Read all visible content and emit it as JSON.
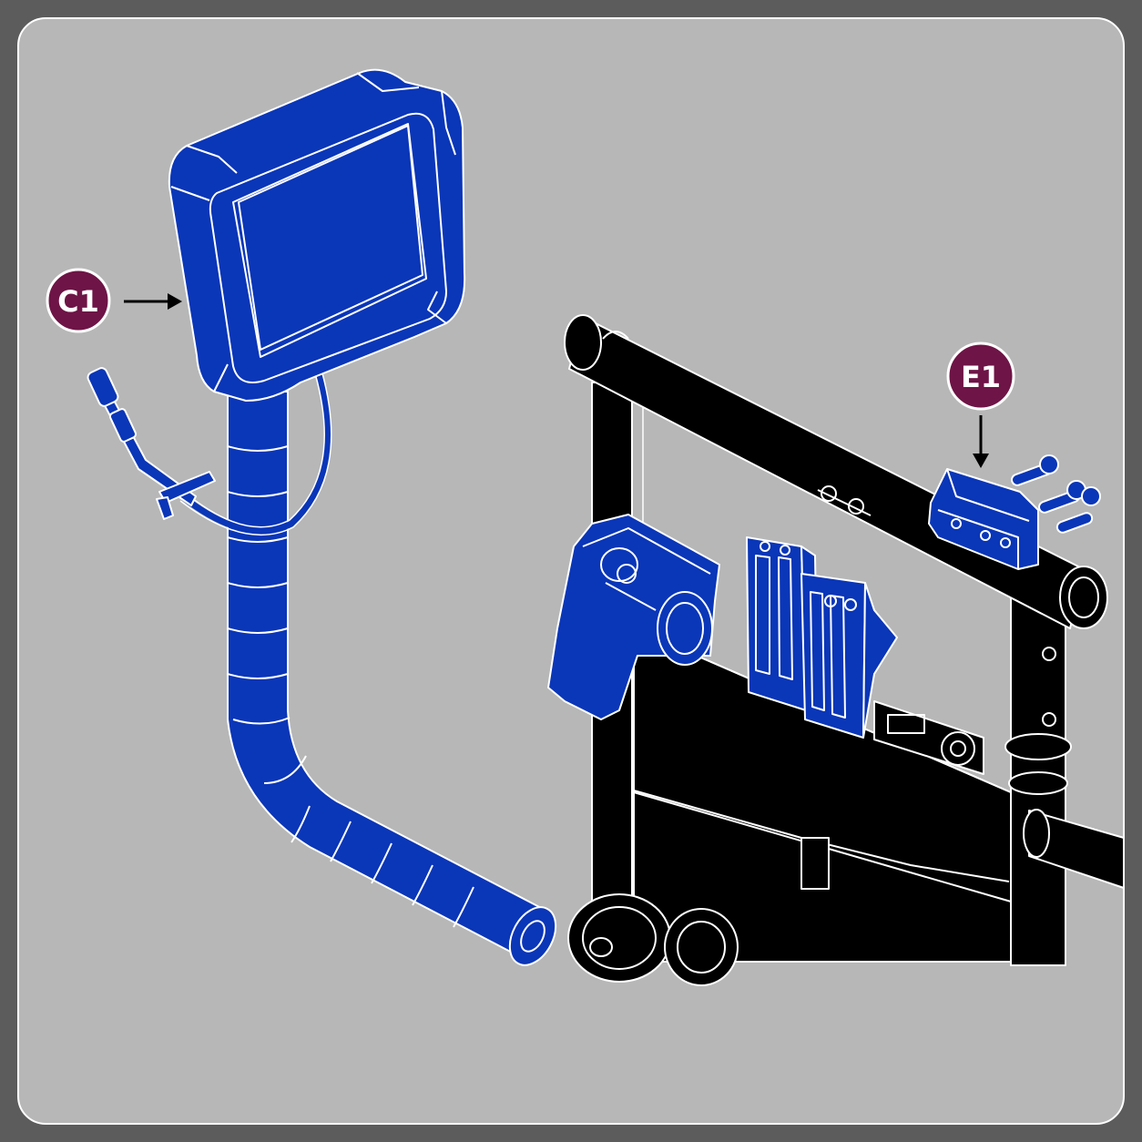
{
  "colors": {
    "frame": "#5c5c5c",
    "panel_background": "#b7b7b7",
    "highlight_part": "#0a36b8",
    "equipment_body": "#000000",
    "outline": "#ffffff",
    "callout_badge": "#6e1446",
    "callout_text": "#ffffff",
    "leader_arrow": "#000000"
  },
  "callouts": [
    {
      "id": "c1",
      "label": "C1",
      "points_to": "monitor-with-gooseneck-arm"
    },
    {
      "id": "e1",
      "label": "E1",
      "points_to": "rail-mounting-clamp"
    }
  ],
  "parts": {
    "highlighted": [
      "monitor-with-gooseneck-arm",
      "camera-probe-cable",
      "handle-bracket",
      "battery-pack-modules",
      "rail-mounting-clamp"
    ],
    "context": [
      "cart-frame",
      "top-rail",
      "storage-box",
      "wheels",
      "side-rail"
    ]
  }
}
